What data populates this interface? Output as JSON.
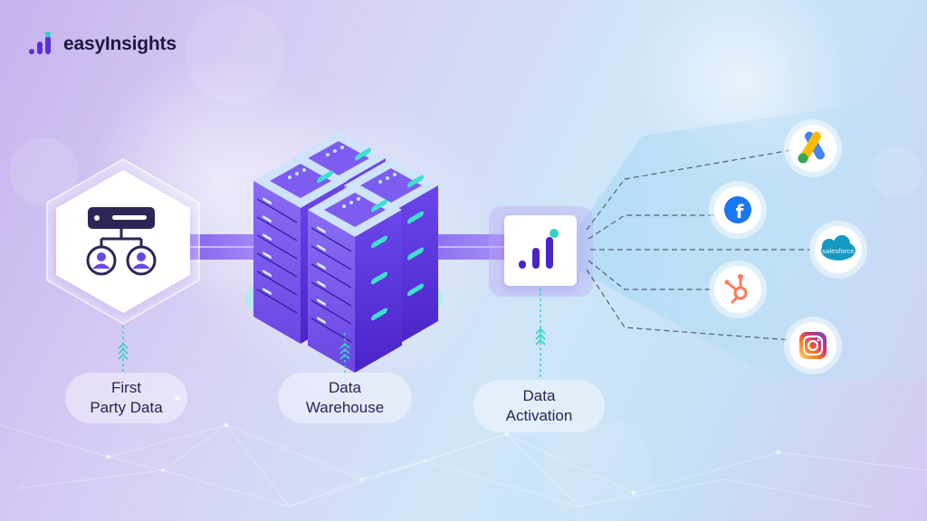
{
  "brand": {
    "name": "easyInsights"
  },
  "nodes": {
    "first_party": {
      "line1": "First",
      "line2": "Party Data"
    },
    "warehouse": {
      "line1": "Data",
      "line2": "Warehouse"
    },
    "activation": {
      "line1": "Data",
      "line2": "Activation"
    }
  },
  "destinations": [
    {
      "name": "google-ads",
      "text": ""
    },
    {
      "name": "facebook",
      "text": "f"
    },
    {
      "name": "salesforce",
      "text": "salesforce"
    },
    {
      "name": "hubspot",
      "text": ""
    },
    {
      "name": "instagram",
      "text": ""
    }
  ],
  "colors": {
    "accent": "#5b2fd6",
    "teal": "#32d3c2",
    "dark": "#1f1744",
    "facebook": "#1877f2",
    "salesforce": "#1798c1",
    "hubspot": "#ff7a59"
  }
}
